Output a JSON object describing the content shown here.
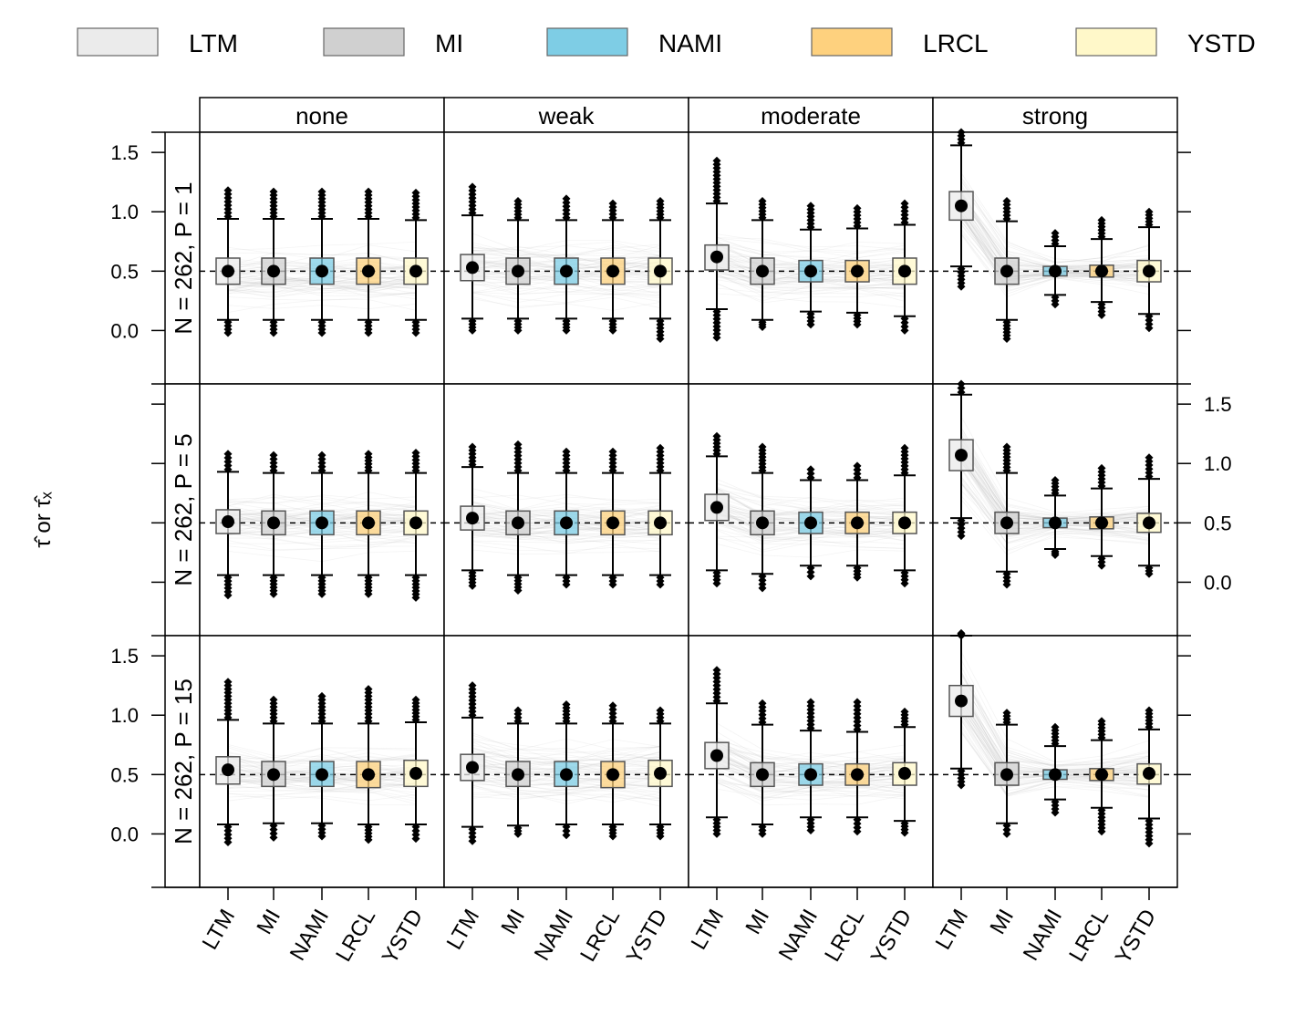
{
  "chart_data": {
    "type": "box",
    "legend": {
      "placement": "top",
      "entries": [
        {
          "name": "LTM",
          "color": "#ebebeb"
        },
        {
          "name": "MI",
          "color": "#d0d0d0"
        },
        {
          "name": "NAMI",
          "color": "#7ecde5"
        },
        {
          "name": "LRCL",
          "color": "#fed17e"
        },
        {
          "name": "YSTD",
          "color": "#fff8c9"
        }
      ]
    },
    "ylabel": "τ̂ or τ̂ₓ",
    "ylim": [
      -0.45,
      1.67
    ],
    "yticks": [
      0.0,
      0.5,
      1.0,
      1.5
    ],
    "reference_line": 0.5,
    "columns": [
      "none",
      "weak",
      "moderate",
      "strong"
    ],
    "rows": [
      "N = 262, P = 1",
      "N = 262, P = 5",
      "N = 262, P = 15"
    ],
    "methods": [
      "LTM",
      "MI",
      "NAMI",
      "LRCL",
      "YSTD"
    ],
    "panels": [
      {
        "row": 0,
        "col": 0,
        "boxes": [
          {
            "method": "LTM",
            "mean": 0.5,
            "q1": 0.39,
            "q3": 0.61,
            "whisker_low": 0.09,
            "whisker_high": 0.94,
            "outlier_min": -0.02,
            "outlier_max": 1.18
          },
          {
            "method": "MI",
            "mean": 0.5,
            "q1": 0.39,
            "q3": 0.61,
            "whisker_low": 0.09,
            "whisker_high": 0.94,
            "outlier_min": -0.02,
            "outlier_max": 1.17
          },
          {
            "method": "NAMI",
            "mean": 0.5,
            "q1": 0.39,
            "q3": 0.61,
            "whisker_low": 0.09,
            "whisker_high": 0.94,
            "outlier_min": -0.02,
            "outlier_max": 1.17
          },
          {
            "method": "LRCL",
            "mean": 0.5,
            "q1": 0.39,
            "q3": 0.61,
            "whisker_low": 0.09,
            "whisker_high": 0.94,
            "outlier_min": -0.02,
            "outlier_max": 1.17
          },
          {
            "method": "YSTD",
            "mean": 0.5,
            "q1": 0.39,
            "q3": 0.61,
            "whisker_low": 0.09,
            "whisker_high": 0.93,
            "outlier_min": -0.02,
            "outlier_max": 1.16
          }
        ]
      },
      {
        "row": 0,
        "col": 1,
        "boxes": [
          {
            "method": "LTM",
            "mean": 0.53,
            "q1": 0.42,
            "q3": 0.64,
            "whisker_low": 0.1,
            "whisker_high": 0.97,
            "outlier_min": 0.0,
            "outlier_max": 1.21
          },
          {
            "method": "MI",
            "mean": 0.5,
            "q1": 0.39,
            "q3": 0.61,
            "whisker_low": 0.1,
            "whisker_high": 0.93,
            "outlier_min": 0.0,
            "outlier_max": 1.09
          },
          {
            "method": "NAMI",
            "mean": 0.5,
            "q1": 0.39,
            "q3": 0.61,
            "whisker_low": 0.1,
            "whisker_high": 0.93,
            "outlier_min": 0.0,
            "outlier_max": 1.11
          },
          {
            "method": "LRCL",
            "mean": 0.5,
            "q1": 0.39,
            "q3": 0.61,
            "whisker_low": 0.1,
            "whisker_high": 0.93,
            "outlier_min": 0.0,
            "outlier_max": 1.07
          },
          {
            "method": "YSTD",
            "mean": 0.5,
            "q1": 0.39,
            "q3": 0.61,
            "whisker_low": 0.1,
            "whisker_high": 0.93,
            "outlier_min": -0.07,
            "outlier_max": 1.09
          }
        ]
      },
      {
        "row": 0,
        "col": 2,
        "boxes": [
          {
            "method": "LTM",
            "mean": 0.62,
            "q1": 0.51,
            "q3": 0.72,
            "whisker_low": 0.18,
            "whisker_high": 1.07,
            "outlier_min": -0.06,
            "outlier_max": 1.43
          },
          {
            "method": "MI",
            "mean": 0.5,
            "q1": 0.39,
            "q3": 0.61,
            "whisker_low": 0.09,
            "whisker_high": 0.93,
            "outlier_min": 0.03,
            "outlier_max": 1.09
          },
          {
            "method": "NAMI",
            "mean": 0.5,
            "q1": 0.41,
            "q3": 0.59,
            "whisker_low": 0.16,
            "whisker_high": 0.85,
            "outlier_min": 0.05,
            "outlier_max": 1.05
          },
          {
            "method": "LRCL",
            "mean": 0.5,
            "q1": 0.41,
            "q3": 0.59,
            "whisker_low": 0.15,
            "whisker_high": 0.86,
            "outlier_min": 0.05,
            "outlier_max": 1.03
          },
          {
            "method": "YSTD",
            "mean": 0.5,
            "q1": 0.39,
            "q3": 0.61,
            "whisker_low": 0.12,
            "whisker_high": 0.89,
            "outlier_min": 0.0,
            "outlier_max": 1.07
          }
        ]
      },
      {
        "row": 0,
        "col": 3,
        "boxes": [
          {
            "method": "LTM",
            "mean": 1.05,
            "q1": 0.93,
            "q3": 1.17,
            "whisker_low": 0.54,
            "whisker_high": 1.56,
            "outlier_min": 0.37,
            "outlier_max": 1.67
          },
          {
            "method": "MI",
            "mean": 0.5,
            "q1": 0.39,
            "q3": 0.61,
            "whisker_low": 0.09,
            "whisker_high": 0.92,
            "outlier_min": -0.07,
            "outlier_max": 1.09
          },
          {
            "method": "NAMI",
            "mean": 0.5,
            "q1": 0.46,
            "q3": 0.54,
            "whisker_low": 0.3,
            "whisker_high": 0.71,
            "outlier_min": 0.22,
            "outlier_max": 0.82
          },
          {
            "method": "LRCL",
            "mean": 0.5,
            "q1": 0.45,
            "q3": 0.55,
            "whisker_low": 0.24,
            "whisker_high": 0.77,
            "outlier_min": 0.13,
            "outlier_max": 0.93
          },
          {
            "method": "YSTD",
            "mean": 0.5,
            "q1": 0.41,
            "q3": 0.59,
            "whisker_low": 0.14,
            "whisker_high": 0.87,
            "outlier_min": 0.02,
            "outlier_max": 1.0
          }
        ]
      },
      {
        "row": 1,
        "col": 0,
        "boxes": [
          {
            "method": "LTM",
            "mean": 0.51,
            "q1": 0.41,
            "q3": 0.61,
            "whisker_low": 0.06,
            "whisker_high": 0.93,
            "outlier_min": -0.11,
            "outlier_max": 1.08
          },
          {
            "method": "MI",
            "mean": 0.5,
            "q1": 0.4,
            "q3": 0.6,
            "whisker_low": 0.06,
            "whisker_high": 0.92,
            "outlier_min": -0.1,
            "outlier_max": 1.07
          },
          {
            "method": "NAMI",
            "mean": 0.5,
            "q1": 0.4,
            "q3": 0.6,
            "whisker_low": 0.06,
            "whisker_high": 0.92,
            "outlier_min": -0.1,
            "outlier_max": 1.07
          },
          {
            "method": "LRCL",
            "mean": 0.5,
            "q1": 0.4,
            "q3": 0.6,
            "whisker_low": 0.06,
            "whisker_high": 0.92,
            "outlier_min": -0.1,
            "outlier_max": 1.08
          },
          {
            "method": "YSTD",
            "mean": 0.5,
            "q1": 0.4,
            "q3": 0.6,
            "whisker_low": 0.06,
            "whisker_high": 0.92,
            "outlier_min": -0.13,
            "outlier_max": 1.09
          }
        ]
      },
      {
        "row": 1,
        "col": 1,
        "boxes": [
          {
            "method": "LTM",
            "mean": 0.54,
            "q1": 0.44,
            "q3": 0.64,
            "whisker_low": 0.1,
            "whisker_high": 0.97,
            "outlier_min": -0.03,
            "outlier_max": 1.14
          },
          {
            "method": "MI",
            "mean": 0.5,
            "q1": 0.4,
            "q3": 0.6,
            "whisker_low": 0.06,
            "whisker_high": 0.92,
            "outlier_min": -0.07,
            "outlier_max": 1.16
          },
          {
            "method": "NAMI",
            "mean": 0.5,
            "q1": 0.4,
            "q3": 0.6,
            "whisker_low": 0.06,
            "whisker_high": 0.92,
            "outlier_min": -0.02,
            "outlier_max": 1.1
          },
          {
            "method": "LRCL",
            "mean": 0.5,
            "q1": 0.4,
            "q3": 0.6,
            "whisker_low": 0.06,
            "whisker_high": 0.92,
            "outlier_min": -0.02,
            "outlier_max": 1.1
          },
          {
            "method": "YSTD",
            "mean": 0.5,
            "q1": 0.4,
            "q3": 0.6,
            "whisker_low": 0.06,
            "whisker_high": 0.92,
            "outlier_min": -0.02,
            "outlier_max": 1.13
          }
        ]
      },
      {
        "row": 1,
        "col": 2,
        "boxes": [
          {
            "method": "LTM",
            "mean": 0.63,
            "q1": 0.52,
            "q3": 0.74,
            "whisker_low": 0.1,
            "whisker_high": 1.06,
            "outlier_min": -0.01,
            "outlier_max": 1.23
          },
          {
            "method": "MI",
            "mean": 0.5,
            "q1": 0.4,
            "q3": 0.6,
            "whisker_low": 0.07,
            "whisker_high": 0.92,
            "outlier_min": -0.05,
            "outlier_max": 1.14
          },
          {
            "method": "NAMI",
            "mean": 0.5,
            "q1": 0.41,
            "q3": 0.59,
            "whisker_low": 0.14,
            "whisker_high": 0.86,
            "outlier_min": 0.05,
            "outlier_max": 0.95
          },
          {
            "method": "LRCL",
            "mean": 0.5,
            "q1": 0.41,
            "q3": 0.59,
            "whisker_low": 0.14,
            "whisker_high": 0.86,
            "outlier_min": 0.04,
            "outlier_max": 0.98
          },
          {
            "method": "YSTD",
            "mean": 0.5,
            "q1": 0.41,
            "q3": 0.59,
            "whisker_low": 0.1,
            "whisker_high": 0.9,
            "outlier_min": -0.01,
            "outlier_max": 1.13
          }
        ]
      },
      {
        "row": 1,
        "col": 3,
        "boxes": [
          {
            "method": "LTM",
            "mean": 1.07,
            "q1": 0.94,
            "q3": 1.2,
            "whisker_low": 0.54,
            "whisker_high": 1.58,
            "outlier_min": 0.39,
            "outlier_max": 1.67
          },
          {
            "method": "MI",
            "mean": 0.5,
            "q1": 0.41,
            "q3": 0.59,
            "whisker_low": 0.09,
            "whisker_high": 0.92,
            "outlier_min": -0.02,
            "outlier_max": 1.14
          },
          {
            "method": "NAMI",
            "mean": 0.5,
            "q1": 0.46,
            "q3": 0.54,
            "whisker_low": 0.28,
            "whisker_high": 0.73,
            "outlier_min": 0.23,
            "outlier_max": 0.86
          },
          {
            "method": "LRCL",
            "mean": 0.5,
            "q1": 0.45,
            "q3": 0.55,
            "whisker_low": 0.22,
            "whisker_high": 0.79,
            "outlier_min": 0.14,
            "outlier_max": 0.96
          },
          {
            "method": "YSTD",
            "mean": 0.5,
            "q1": 0.42,
            "q3": 0.58,
            "whisker_low": 0.14,
            "whisker_high": 0.87,
            "outlier_min": 0.07,
            "outlier_max": 1.05
          }
        ]
      },
      {
        "row": 2,
        "col": 0,
        "boxes": [
          {
            "method": "LTM",
            "mean": 0.54,
            "q1": 0.42,
            "q3": 0.65,
            "whisker_low": 0.08,
            "whisker_high": 0.96,
            "outlier_min": -0.07,
            "outlier_max": 1.28
          },
          {
            "method": "MI",
            "mean": 0.5,
            "q1": 0.4,
            "q3": 0.61,
            "whisker_low": 0.09,
            "whisker_high": 0.93,
            "outlier_min": -0.03,
            "outlier_max": 1.13
          },
          {
            "method": "NAMI",
            "mean": 0.5,
            "q1": 0.4,
            "q3": 0.61,
            "whisker_low": 0.09,
            "whisker_high": 0.93,
            "outlier_min": -0.02,
            "outlier_max": 1.16
          },
          {
            "method": "LRCL",
            "mean": 0.5,
            "q1": 0.39,
            "q3": 0.61,
            "whisker_low": 0.08,
            "whisker_high": 0.93,
            "outlier_min": -0.05,
            "outlier_max": 1.22
          },
          {
            "method": "YSTD",
            "mean": 0.51,
            "q1": 0.4,
            "q3": 0.62,
            "whisker_low": 0.08,
            "whisker_high": 0.94,
            "outlier_min": -0.04,
            "outlier_max": 1.13
          }
        ]
      },
      {
        "row": 2,
        "col": 1,
        "boxes": [
          {
            "method": "LTM",
            "mean": 0.56,
            "q1": 0.45,
            "q3": 0.67,
            "whisker_low": 0.06,
            "whisker_high": 0.98,
            "outlier_min": -0.06,
            "outlier_max": 1.25
          },
          {
            "method": "MI",
            "mean": 0.5,
            "q1": 0.4,
            "q3": 0.61,
            "whisker_low": 0.07,
            "whisker_high": 0.93,
            "outlier_min": 0.0,
            "outlier_max": 1.04
          },
          {
            "method": "NAMI",
            "mean": 0.5,
            "q1": 0.4,
            "q3": 0.61,
            "whisker_low": 0.08,
            "whisker_high": 0.93,
            "outlier_min": -0.01,
            "outlier_max": 1.09
          },
          {
            "method": "LRCL",
            "mean": 0.5,
            "q1": 0.39,
            "q3": 0.61,
            "whisker_low": 0.08,
            "whisker_high": 0.93,
            "outlier_min": -0.02,
            "outlier_max": 1.08
          },
          {
            "method": "YSTD",
            "mean": 0.51,
            "q1": 0.4,
            "q3": 0.62,
            "whisker_low": 0.08,
            "whisker_high": 0.93,
            "outlier_min": -0.02,
            "outlier_max": 1.04
          }
        ]
      },
      {
        "row": 2,
        "col": 2,
        "boxes": [
          {
            "method": "LTM",
            "mean": 0.66,
            "q1": 0.55,
            "q3": 0.77,
            "whisker_low": 0.14,
            "whisker_high": 1.1,
            "outlier_min": 0.0,
            "outlier_max": 1.38
          },
          {
            "method": "MI",
            "mean": 0.5,
            "q1": 0.4,
            "q3": 0.6,
            "whisker_low": 0.08,
            "whisker_high": 0.92,
            "outlier_min": 0.0,
            "outlier_max": 1.1
          },
          {
            "method": "NAMI",
            "mean": 0.5,
            "q1": 0.41,
            "q3": 0.59,
            "whisker_low": 0.14,
            "whisker_high": 0.87,
            "outlier_min": 0.03,
            "outlier_max": 1.11
          },
          {
            "method": "LRCL",
            "mean": 0.5,
            "q1": 0.41,
            "q3": 0.59,
            "whisker_low": 0.14,
            "whisker_high": 0.86,
            "outlier_min": 0.02,
            "outlier_max": 1.11
          },
          {
            "method": "YSTD",
            "mean": 0.51,
            "q1": 0.41,
            "q3": 0.6,
            "whisker_low": 0.11,
            "whisker_high": 0.9,
            "outlier_min": 0.01,
            "outlier_max": 1.03
          }
        ]
      },
      {
        "row": 2,
        "col": 3,
        "boxes": [
          {
            "method": "LTM",
            "mean": 1.12,
            "q1": 0.99,
            "q3": 1.25,
            "whisker_low": 0.55,
            "whisker_high": 1.67,
            "outlier_min": 0.41,
            "outlier_max": 1.67
          },
          {
            "method": "MI",
            "mean": 0.5,
            "q1": 0.41,
            "q3": 0.6,
            "whisker_low": 0.09,
            "whisker_high": 0.92,
            "outlier_min": 0.0,
            "outlier_max": 1.02
          },
          {
            "method": "NAMI",
            "mean": 0.5,
            "q1": 0.46,
            "q3": 0.54,
            "whisker_low": 0.29,
            "whisker_high": 0.74,
            "outlier_min": 0.18,
            "outlier_max": 0.9
          },
          {
            "method": "LRCL",
            "mean": 0.5,
            "q1": 0.45,
            "q3": 0.55,
            "whisker_low": 0.22,
            "whisker_high": 0.79,
            "outlier_min": 0.02,
            "outlier_max": 0.95
          },
          {
            "method": "YSTD",
            "mean": 0.51,
            "q1": 0.42,
            "q3": 0.59,
            "whisker_low": 0.13,
            "whisker_high": 0.88,
            "outlier_min": -0.08,
            "outlier_max": 1.04
          }
        ]
      }
    ]
  }
}
